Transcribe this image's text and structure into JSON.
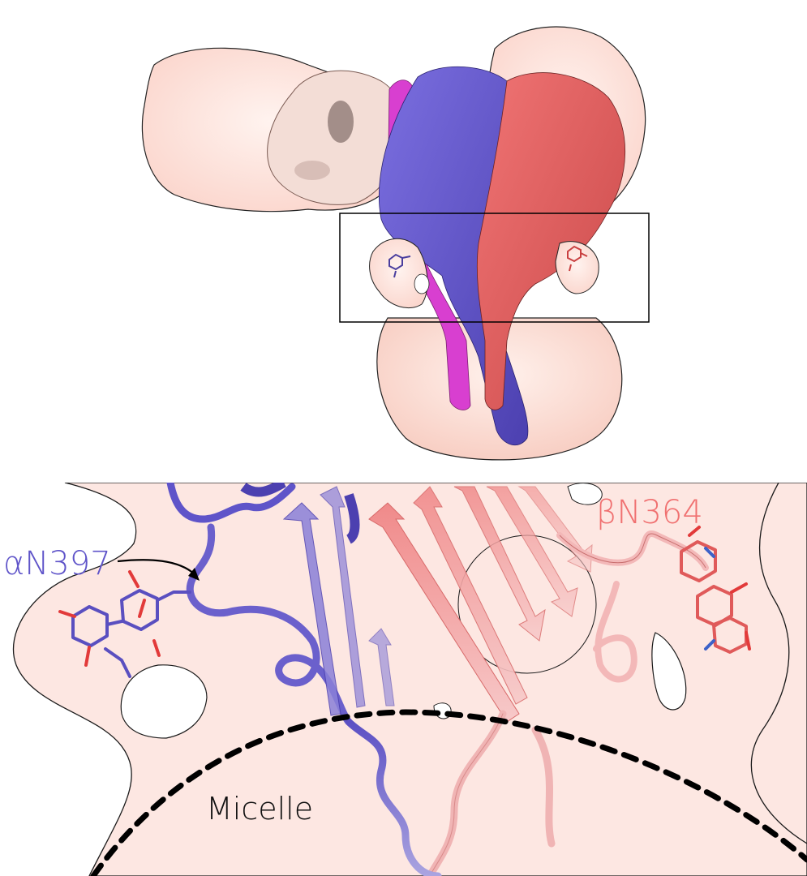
{
  "labels": {
    "alpha_site": "αN397",
    "beta_site": "βN364",
    "micelle": "Micelle"
  },
  "colors": {
    "alpha_chain": "#6457c8",
    "beta_chain": "#e06363",
    "density_map": "#fde7e2",
    "magenta_chain": "#d83fd0",
    "light_subunit": "#f3ddd6",
    "outline": "#000000"
  }
}
